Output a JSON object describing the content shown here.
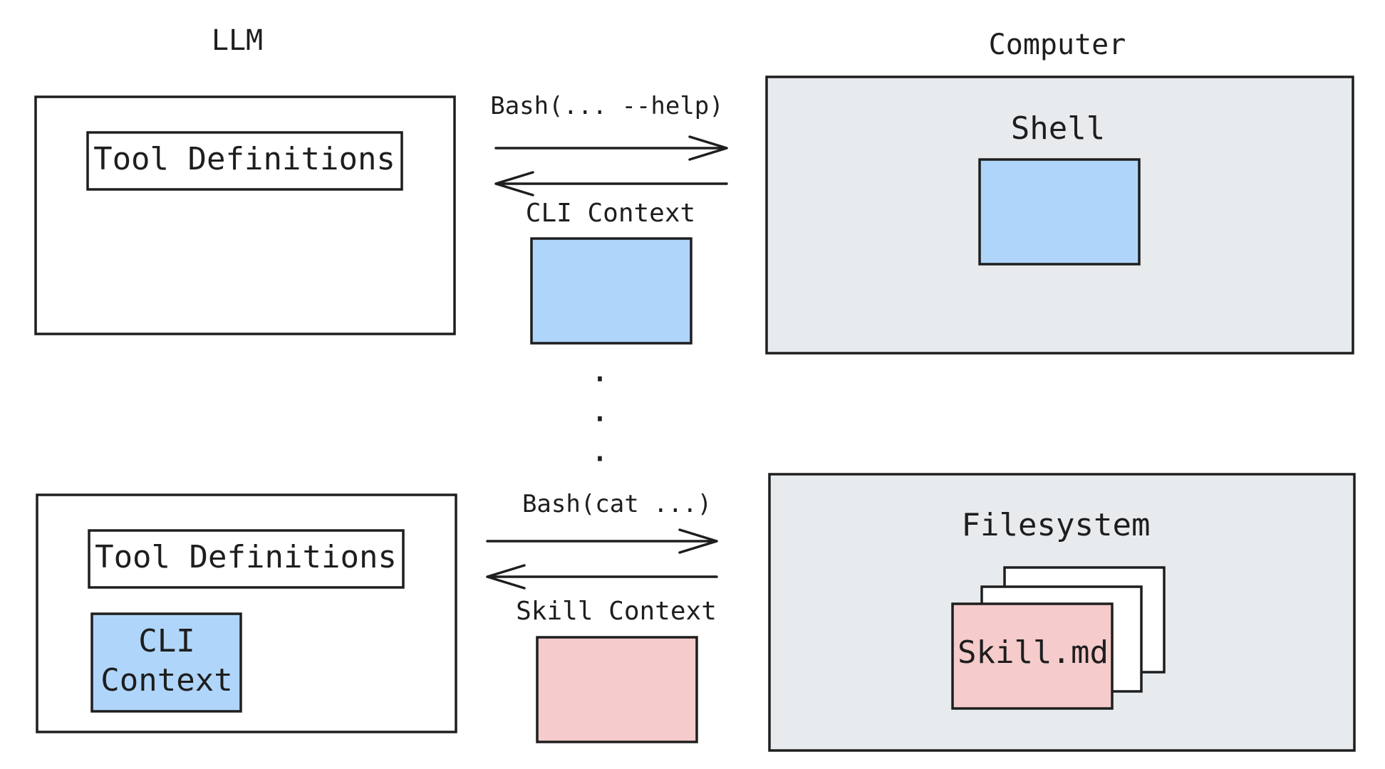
{
  "headings": {
    "llm": "LLM",
    "computer": "Computer"
  },
  "top": {
    "tool_definitions": "Tool Definitions",
    "request_label": "Bash(... --help)",
    "response_label": "CLI Context",
    "shell_label": "Shell"
  },
  "ellipsis": [
    "·",
    "·",
    "·"
  ],
  "bottom": {
    "tool_definitions": "Tool Definitions",
    "cli_context_line1": "CLI",
    "cli_context_line2": "Context",
    "request_label": "Bash(cat ...)",
    "response_label": "Skill Context",
    "filesystem_label": "Filesystem",
    "skill_file": "Skill.md"
  },
  "colors": {
    "stroke": "#1e1e1e",
    "computer_fill": "#e8ebee",
    "cli_context_fill": "#afd5fa",
    "skill_context_fill": "#f5cbcb",
    "background": "#ffffff"
  }
}
